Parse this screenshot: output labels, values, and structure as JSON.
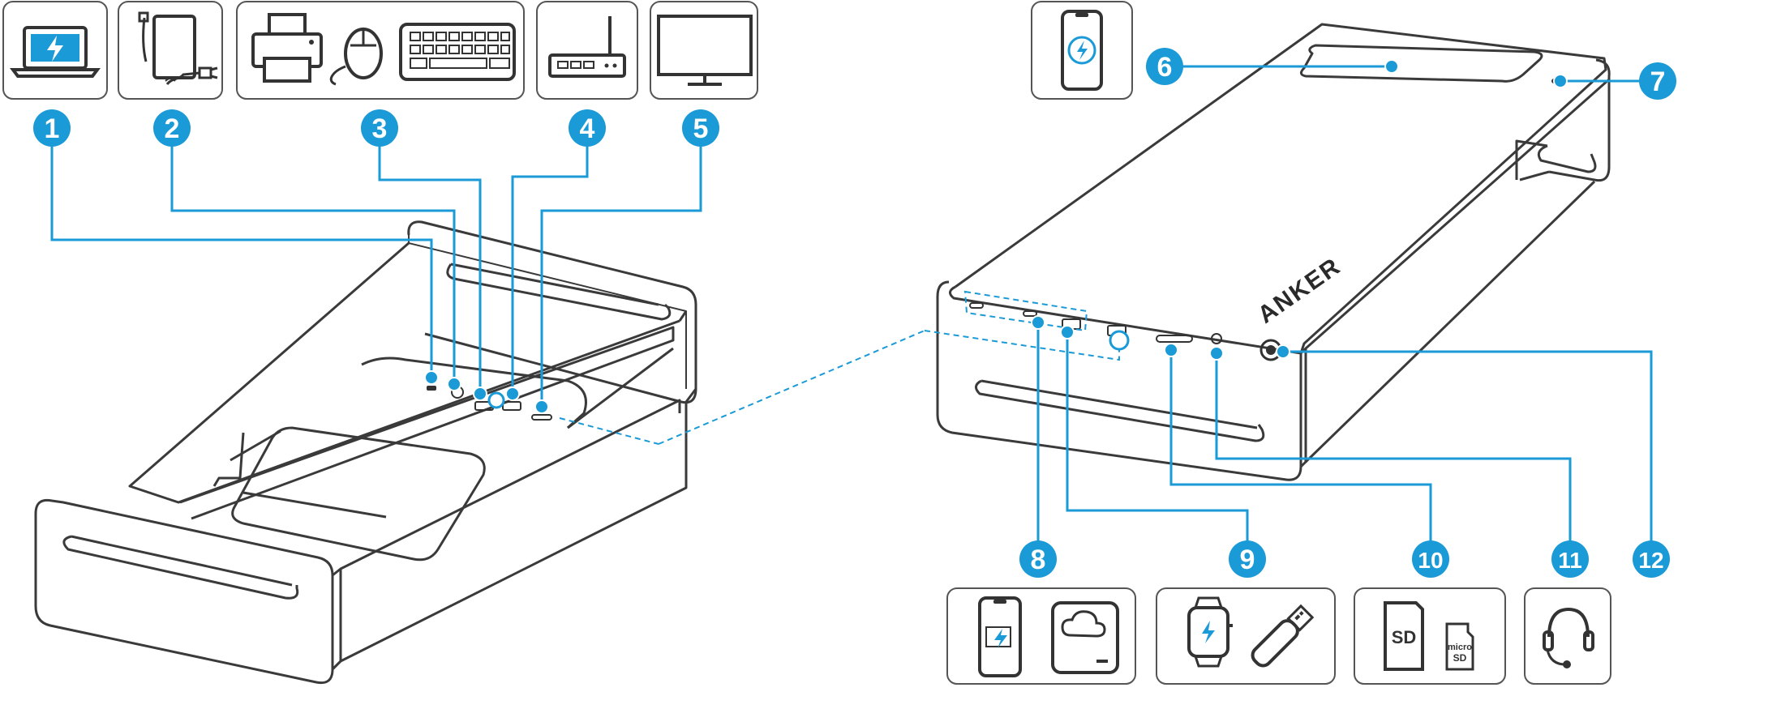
{
  "brand": "ANKER",
  "colors": {
    "accent": "#1a9ad6",
    "outline": "#3a3a3a",
    "card_border": "#555555"
  },
  "callouts": [
    {
      "number": "1",
      "icon": "laptop-charging-icon"
    },
    {
      "number": "2",
      "icon": "power-adapter-icon"
    },
    {
      "number": "3",
      "icon": "printer-mouse-keyboard-icon"
    },
    {
      "number": "4",
      "icon": "router-icon"
    },
    {
      "number": "5",
      "icon": "monitor-icon"
    },
    {
      "number": "6",
      "icon": "phone-wireless-charging-icon"
    },
    {
      "number": "7",
      "icon": "indicator-light"
    },
    {
      "number": "8",
      "icon": "phone-and-drive-icon"
    },
    {
      "number": "9",
      "icon": "watch-and-usb-stick-icon"
    },
    {
      "number": "10",
      "icon": "sd-microsd-card-icon"
    },
    {
      "number": "11",
      "icon": "headset-icon"
    },
    {
      "number": "12",
      "icon": "power-button"
    }
  ],
  "card_text": {
    "sd": "SD",
    "micro_sd_line1": "micro",
    "micro_sd_line2": "SD"
  }
}
